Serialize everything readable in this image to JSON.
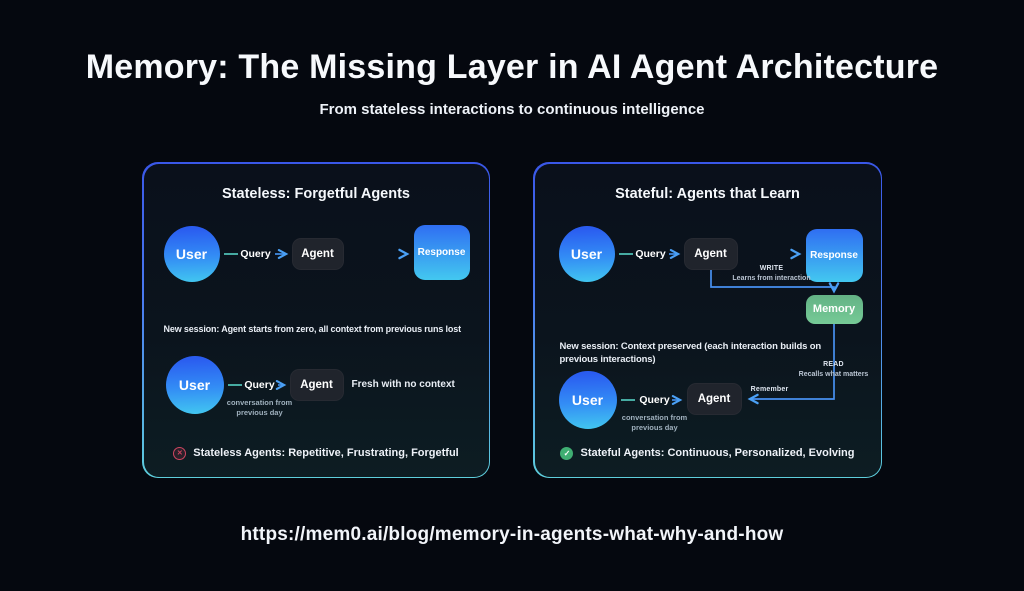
{
  "header": {
    "title": "Memory: The Missing Layer in AI Agent Architecture",
    "subtitle": "From stateless interactions to continuous intelligence"
  },
  "footer": {
    "url": "https://mem0.ai/blog/memory-in-agents-what-why-and-how"
  },
  "icons": {
    "error_glyph": "✕",
    "success_glyph": "✓"
  },
  "colors": {
    "background": "#05080f",
    "panel_border_top": "#3a57e8",
    "panel_border_bottom": "#5ecfdd",
    "user_blue_top": "#2a5cf0",
    "user_blue_bottom": "#42c8f0",
    "agent_gray": "#20242c",
    "memory_green": "#6dbd8d",
    "error_red": "#cf4560",
    "success_green": "#3fae72"
  },
  "stateless": {
    "title": "Stateless: Forgetful Agents",
    "flow1": {
      "user": "User",
      "query": "Query",
      "agent": "Agent",
      "response": "Response"
    },
    "session_note": "New session: Agent starts from zero, all context from previous runs lost",
    "flow2": {
      "user": "User",
      "query": "Query",
      "query_note": "conversation from previous day",
      "agent": "Agent",
      "context_note": "Fresh with no context"
    },
    "verdict": "Stateless Agents: Repetitive, Frustrating, Forgetful"
  },
  "stateful": {
    "title": "Stateful: Agents that Learn",
    "flow1": {
      "user": "User",
      "query": "Query",
      "agent": "Agent",
      "response": "Response",
      "write_label": "WRITE",
      "write_note": "Learns from interaction",
      "memory": "Memory"
    },
    "session_note": "New session: Context preserved (each interaction builds on previous interactions)",
    "read_label": "READ",
    "read_note": "Recalls what matters",
    "remember_label": "Remember",
    "flow2": {
      "user": "User",
      "query": "Query",
      "query_note": "conversation from previous day",
      "agent": "Agent"
    },
    "verdict": "Stateful Agents: Continuous, Personalized, Evolving"
  }
}
